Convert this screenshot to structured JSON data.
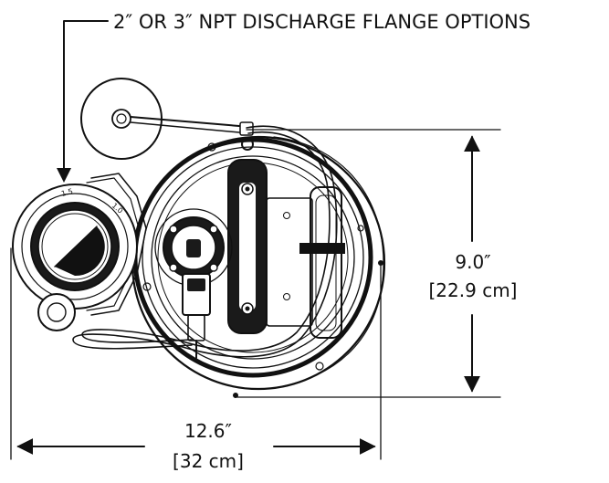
{
  "callout": {
    "text": "2″ OR 3″ NPT DISCHARGE FLANGE OPTIONS"
  },
  "dimensions": {
    "height": {
      "imperial": "9.0″",
      "metric": "[22.9 cm]"
    },
    "width": {
      "imperial": "12.6″",
      "metric": "[32 cm]"
    }
  },
  "flange_marks": {
    "size_a": "1.5",
    "size_b": "1.0"
  }
}
